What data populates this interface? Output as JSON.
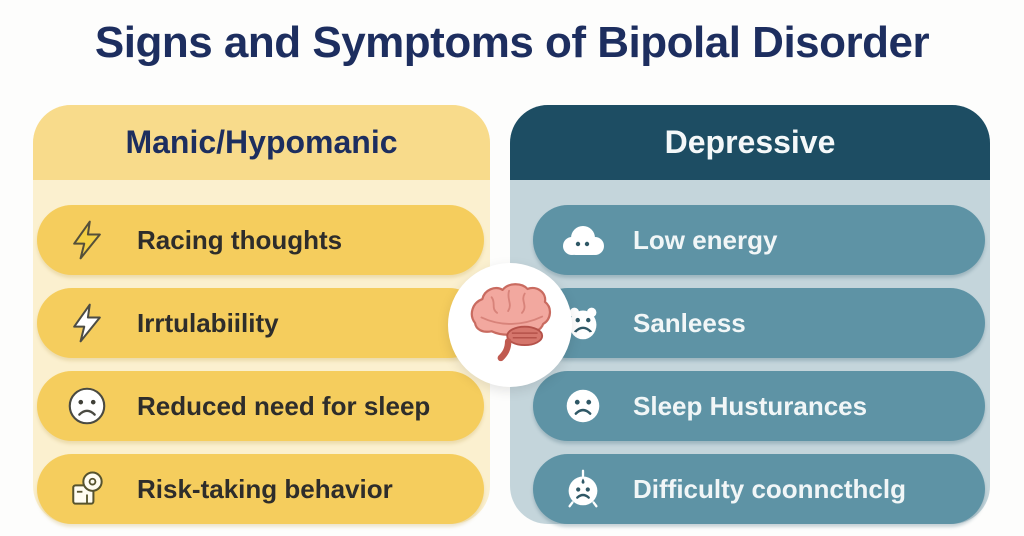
{
  "title": "Signs and Symptoms of Bipolal Disorder",
  "columns": {
    "manic": {
      "header": "Manic/Hypomanic",
      "items": [
        {
          "icon": "lightning-filled-icon",
          "label": "Racing thoughts"
        },
        {
          "icon": "lightning-outline-icon",
          "label": "Irrtulabiility"
        },
        {
          "icon": "sad-face-icon",
          "label": "Reduced need for sleep"
        },
        {
          "icon": "risk-taking-icon",
          "label": "Risk-taking behavior"
        }
      ]
    },
    "depressive": {
      "header": "Depressive",
      "items": [
        {
          "icon": "cloud-icon",
          "label": "Low energy"
        },
        {
          "icon": "sad-blob-icon",
          "label": "Sanleess"
        },
        {
          "icon": "sad-face-icon",
          "label": "Sleep Husturances"
        },
        {
          "icon": "alarm-face-icon",
          "label": "Difficulty coonncthclg"
        }
      ]
    }
  },
  "center": {
    "icon": "brain-icon"
  },
  "colors": {
    "title_text": "#1d2e5f",
    "manic_header_bg": "#f8db8b",
    "manic_panel_bg": "#fbf0cf",
    "manic_pill_bg": "#f5cd5d",
    "manic_text": "#2e2d2b",
    "depressive_header_bg": "#1d4d63",
    "depressive_panel_bg": "#c4d5db",
    "depressive_pill_bg": "#5e93a5",
    "depressive_text": "#f1f6f7",
    "background": "#ffffff",
    "brain_pink": "#f2a89f",
    "brain_dark": "#c96b60"
  }
}
